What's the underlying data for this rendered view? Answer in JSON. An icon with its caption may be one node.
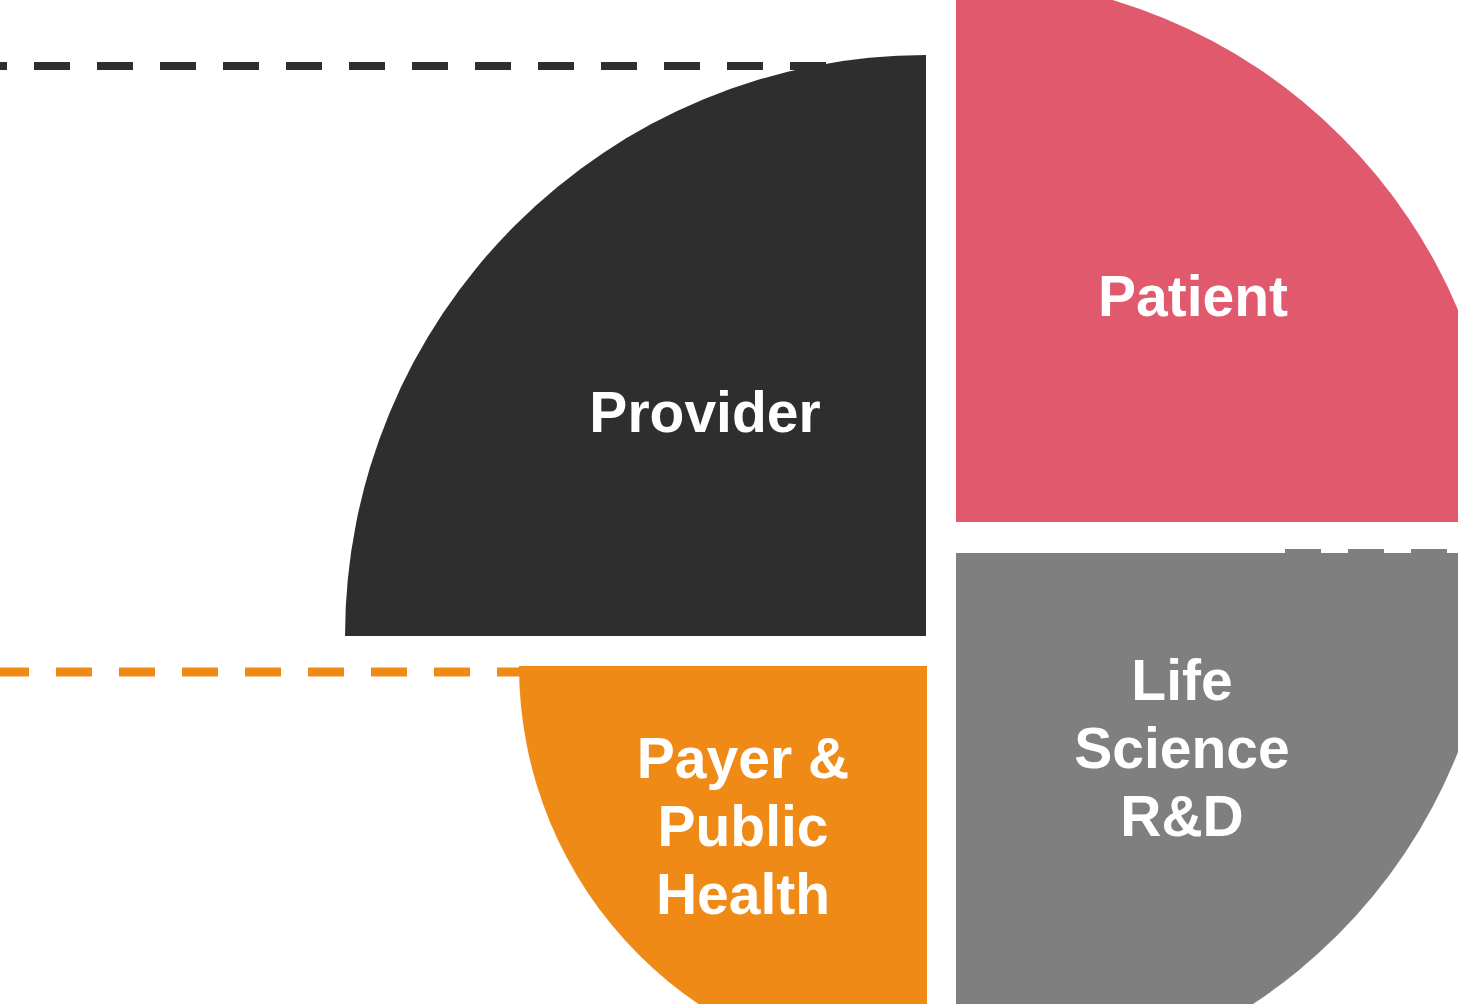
{
  "diagram": {
    "nodes": [
      {
        "text": [
          "Provider"
        ]
      },
      {
        "text": [
          "Patient"
        ]
      },
      {
        "text": [
          "Payer & Public Health"
        ]
      },
      {
        "text": [
          "Life Science R&D"
        ]
      }
    ],
    "edges": [
      {
        "from": 0,
        "to": null,
        "arrow": "none",
        "style": "dashed",
        "color": "#2e2e2e"
      },
      {
        "from": 2,
        "to": null,
        "arrow": "none",
        "style": "dashed",
        "color": "#f08a17"
      },
      {
        "from": 3,
        "to": null,
        "arrow": "none",
        "style": "dashed",
        "color": "#7f7f7f"
      }
    ]
  }
}
